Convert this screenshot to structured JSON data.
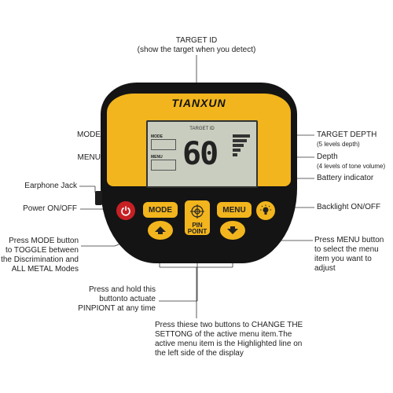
{
  "device": {
    "brand": "TIANXUN",
    "lcd_target_label": "TARGET ID",
    "lcd_mode_label": "MODE",
    "lcd_menu_label": "MENU",
    "lcd_digits": "60",
    "mode_button": "MODE",
    "menu_button": "MENU",
    "pinpoint_line1": "PIN",
    "pinpoint_line2": "POINT"
  },
  "labels": {
    "target_id_title": "TARGET ID",
    "target_id_sub": "(show the target when you detect)",
    "mode": "MODE",
    "menu": "MENU",
    "earphone_jack": "Earphone Jack",
    "power": "Power ON/OFF",
    "target_depth_title": "TARGET DEPTH",
    "target_depth_sub": "(5 levels depth)",
    "depth_title": "Depth",
    "depth_sub": "(4 levels of tone volume)",
    "battery": "Battery indicator",
    "backlight": "Backlight ON/OFF",
    "mode_desc": "Press MODE button to TOGGLE between the Discrimination and ALL METAL Modes",
    "menu_desc": "Press MENU button to select the menu item you want to adjust",
    "pinpoint_desc": "Press and hold this buttonto actuate PINPIONT at any time",
    "arrows_desc": "Press thiese two buttons to CHANGE THE SETTONG of the active menu item.The active menu item is the Highlighted line on the left side of the display"
  },
  "colors": {
    "accent": "#f2b51d",
    "power": "#c62024",
    "body": "#141414",
    "lcd": "#c9cdbf"
  },
  "icons": [
    "power-icon",
    "target-icon",
    "up-arrow-icon",
    "down-arrow-icon",
    "light-bulb-icon"
  ]
}
